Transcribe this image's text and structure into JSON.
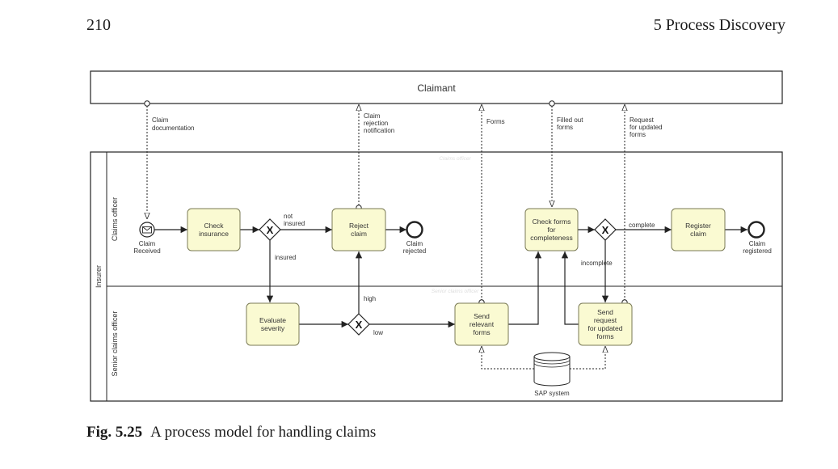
{
  "page": {
    "number": "210",
    "chapter": "5   Process Discovery"
  },
  "caption": {
    "label": "Fig. 5.25",
    "text": "A process model for handling claims"
  },
  "pools": {
    "claimant": "Claimant",
    "insurer": "Insurer"
  },
  "lanes": {
    "claims_officer": "Claims officer",
    "senior_claims_officer": "Senior claims officer"
  },
  "lane_watermarks": {
    "claims_officer": "Claims officer",
    "senior_claims_officer": "Senior claims officer"
  },
  "tasks": {
    "check_insurance": [
      "Check",
      "insurance"
    ],
    "reject_claim": [
      "Reject",
      "claim"
    ],
    "check_forms": [
      "Check forms",
      "for",
      "completeness"
    ],
    "register_claim": [
      "Register",
      "claim"
    ],
    "evaluate_severity": [
      "Evaluate",
      "severity"
    ],
    "send_relevant_forms": [
      "Send",
      "relevant",
      "forms"
    ],
    "send_request_updated_forms": [
      "Send",
      "request",
      "for updated",
      "forms"
    ]
  },
  "events": {
    "claim_received": [
      "Claim",
      "Received"
    ],
    "claim_rejected": [
      "Claim",
      "rejected"
    ],
    "claim_registered": [
      "Claim",
      "registered"
    ]
  },
  "flow_labels": {
    "not_insured": [
      "not",
      "insured"
    ],
    "insured": "insured",
    "high": "high",
    "low": "low",
    "complete": "complete",
    "incomplete": "incomplete"
  },
  "messages": {
    "claim_documentation": [
      "Claim",
      "documentation"
    ],
    "claim_rejection_notification": [
      "Claim",
      "rejection",
      "notification"
    ],
    "forms": [
      "Forms"
    ],
    "filled_out_forms": [
      "Filled out",
      "forms"
    ],
    "request_updated_forms": [
      "Request",
      "for updated",
      "forms"
    ]
  },
  "data_store": {
    "label": "SAP system"
  },
  "gateway_symbol": "X",
  "colors": {
    "task_fill": "#fafad2",
    "task_stroke": "#7a7a55",
    "line": "#222222"
  }
}
